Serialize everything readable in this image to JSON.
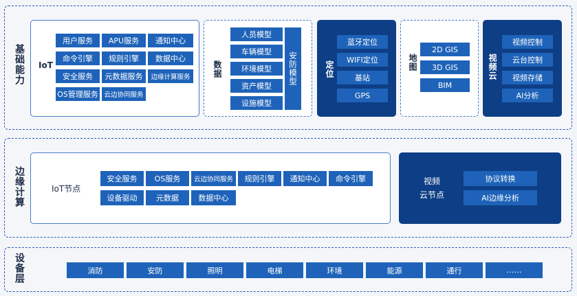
{
  "layers": {
    "basic": "基础能力",
    "edge": "边缘计算",
    "device": "设备层"
  },
  "iot": {
    "label": "IoT",
    "services": [
      "用户服务",
      "APU服务",
      "通知中心",
      "命令引擎",
      "规则引擎",
      "数据中心",
      "安全服务",
      "元数据服务",
      "边缘计算服务",
      "OS管理服务",
      "云边协同服务"
    ]
  },
  "data": {
    "label": "数据",
    "models": [
      "人员模型",
      "车辆模型",
      "环境模型",
      "资产模型",
      "设施模型"
    ],
    "security_model": "安防模型"
  },
  "positioning": {
    "label": "定位",
    "items": [
      "蓝牙定位",
      "WIFI定位",
      "基站",
      "GPS"
    ]
  },
  "map": {
    "label": "地图",
    "items": [
      "2D GIS",
      "3D GIS",
      "BIM"
    ]
  },
  "video_cloud": {
    "label": "视频云",
    "items": [
      "视频控制",
      "云台控制",
      "视频存储",
      "AI分析"
    ]
  },
  "iot_node": {
    "label": "IoT节点",
    "row1": [
      "安全服务",
      "OS服务",
      "云边协同服务",
      "规则引擎",
      "通知中心",
      "命令引擎"
    ],
    "row2": [
      "设备驱动",
      "元数据",
      "数据中心"
    ]
  },
  "video_node": {
    "label_line1": "视频",
    "label_line2": "云节点",
    "items": [
      "协议转换",
      "AI边缘分析"
    ]
  },
  "devices": [
    "消防",
    "安防",
    "照明",
    "电梯",
    "环境",
    "能源",
    "通行",
    "……"
  ],
  "colors": {
    "box": "#1e63b9",
    "dark_panel": "#0e3e85",
    "border": "#2b5db5"
  }
}
